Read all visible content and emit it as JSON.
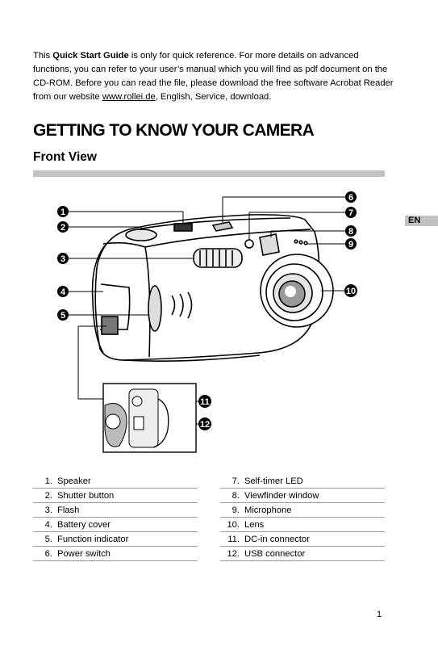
{
  "intro": {
    "part1": "This ",
    "bold": "Quick Start Guide",
    "part2": " is only for quick reference. For more details on advanced functions, you can refer to your user’s manual which you will find as pdf document on the CD-ROM. Before you can read the file, please download the free software Acrobat Reader from our website ",
    "link": "www.rollei.de",
    "part3": ", English, Service, download."
  },
  "heading": "GETTING TO KNOW YOUR CAMERA",
  "subheading": "Front View",
  "language_tab": "EN",
  "callouts": [
    "1",
    "2",
    "3",
    "4",
    "5",
    "6",
    "7",
    "8",
    "9",
    "10",
    "11",
    "12"
  ],
  "parts_left": [
    {
      "num": "1.",
      "label": "Speaker"
    },
    {
      "num": "2.",
      "label": "Shutter button"
    },
    {
      "num": "3.",
      "label": "Flash"
    },
    {
      "num": "4.",
      "label": "Battery cover"
    },
    {
      "num": "5.",
      "label": "Function indicator"
    },
    {
      "num": "6.",
      "label": "Power switch"
    }
  ],
  "parts_right": [
    {
      "num": "7.",
      "label": "Self-timer LED"
    },
    {
      "num": "8.",
      "label": "Viewfinder window"
    },
    {
      "num": "9.",
      "label": "Microphone"
    },
    {
      "num": "10.",
      "label": "Lens"
    },
    {
      "num": "11.",
      "label": "DC-in connector"
    },
    {
      "num": "12.",
      "label": "USB connector"
    }
  ],
  "page_number": "1"
}
